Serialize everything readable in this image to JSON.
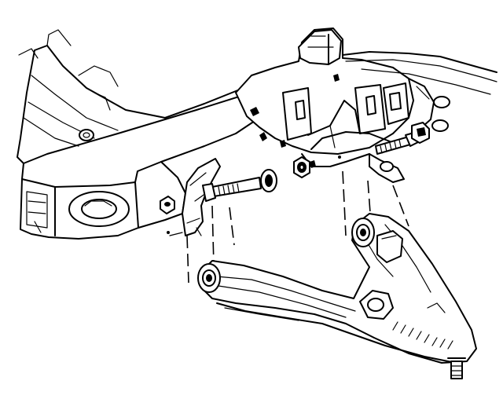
{
  "illustration": {
    "style": "black-and-white line drawing",
    "line_color": "#000000",
    "background": "#ffffff",
    "parts": [
      "frame-crossmember",
      "suspension-bracket-front",
      "suspension-bracket-rear",
      "control-arm",
      "ball-joint-stud",
      "front-pivot-bolt",
      "front-pivot-nut",
      "front-pivot-washer",
      "rear-pivot-bolt",
      "rear-pivot-nut",
      "front-bushing",
      "rear-bushing"
    ]
  }
}
